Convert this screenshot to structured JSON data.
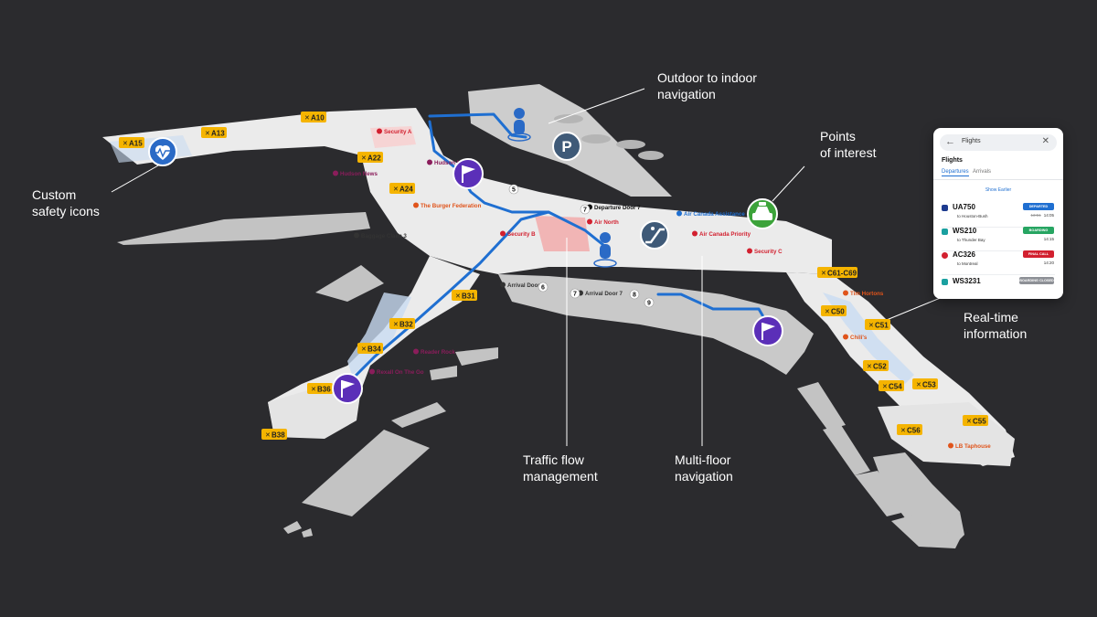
{
  "callouts": {
    "outdoor": "Outdoor to indoor\nnavigation",
    "poi": "Points\nof interest",
    "safety": "Custom\nsafety icons",
    "realtime": "Real-time\ninformation",
    "traffic": "Traffic flow\nmanagement",
    "multifloor": "Multi-floor\nnavigation"
  },
  "gates": [
    {
      "label": "A10",
      "icon": "plane-icon"
    },
    {
      "label": "A13",
      "icon": "plane-icon"
    },
    {
      "label": "A15",
      "icon": "plane-icon"
    },
    {
      "label": "A22",
      "icon": "plane-icon"
    },
    {
      "label": "A24",
      "icon": "plane-icon"
    },
    {
      "label": "B31",
      "icon": "plane-icon"
    },
    {
      "label": "B32",
      "icon": "plane-icon"
    },
    {
      "label": "B34",
      "icon": "plane-icon"
    },
    {
      "label": "B36",
      "icon": "plane-icon"
    },
    {
      "label": "B38",
      "icon": "plane-icon"
    },
    {
      "label": "C50",
      "icon": "plane-icon"
    },
    {
      "label": "C51",
      "icon": "plane-icon"
    },
    {
      "label": "C52",
      "icon": "plane-icon"
    },
    {
      "label": "C53",
      "icon": "plane-icon"
    },
    {
      "label": "C54",
      "icon": "plane-icon"
    },
    {
      "label": "C55",
      "icon": "plane-icon"
    },
    {
      "label": "C56",
      "icon": "plane-icon"
    },
    {
      "label": "C61-C69",
      "icon": "plane-icon"
    }
  ],
  "places": [
    {
      "label": "Security A",
      "color": "#d2202f"
    },
    {
      "label": "Security B",
      "color": "#d2202f"
    },
    {
      "label": "Security C",
      "color": "#d2202f"
    },
    {
      "label": "Hudson News",
      "color": "#8a1d5b"
    },
    {
      "label": "Hudson News",
      "color": "#8a1d5b"
    },
    {
      "label": "The Burger Federation",
      "color": "#e0541b"
    },
    {
      "label": "Baggage Claim 3",
      "color": "#333333"
    },
    {
      "label": "Departure Door 7",
      "color": "#111111"
    },
    {
      "label": "Air North",
      "color": "#d2202f"
    },
    {
      "label": "Air Canada Assistance",
      "color": "#1f6fd1"
    },
    {
      "label": "Air Canada Priority",
      "color": "#d2202f"
    },
    {
      "label": "Arrival Door 6",
      "color": "#333333"
    },
    {
      "label": "Arrival Door 7",
      "color": "#333333"
    },
    {
      "label": "Tim Hortons",
      "color": "#e0541b"
    },
    {
      "label": "Chili's",
      "color": "#e0541b"
    },
    {
      "label": "Reader Rock",
      "color": "#8a1d5b"
    },
    {
      "label": "Rexall On The Go",
      "color": "#8a1d5b"
    },
    {
      "label": "LB Taphouse",
      "color": "#e0541b"
    }
  ],
  "markers": {
    "numbers": [
      "5",
      "7",
      "6",
      "7",
      "8",
      "9"
    ],
    "parking": "P",
    "icons": [
      "heart-monitor-icon",
      "flag-icon",
      "parking-icon",
      "person-icon",
      "escalator-icon",
      "taxi-icon"
    ]
  },
  "flights_panel": {
    "search_text": "Flights",
    "title": "Flights",
    "tabs": [
      "Departures",
      "Arrivals"
    ],
    "show_earlier": "Show Earlier",
    "flights": [
      {
        "number": "UA750",
        "destination": "to Houston-Bush",
        "status": "DEPARTED",
        "status_color": "#1f6fd1",
        "old_time": "13:51",
        "time": "14:05",
        "logo_color": "#1d3b8f"
      },
      {
        "number": "WS210",
        "destination": "to Thunder Bay",
        "status": "BOARDING",
        "status_color": "#27a562",
        "old_time": "",
        "time": "14:15",
        "logo_color": "#1aa0a0"
      },
      {
        "number": "AC326",
        "destination": "to Montreal",
        "status": "FINAL CALL",
        "status_color": "#d2202f",
        "old_time": "",
        "time": "14:20",
        "logo_color": "#d2202f"
      },
      {
        "number": "WS3231",
        "destination": "",
        "status": "BOARDING CLOSED",
        "status_color": "#8d9096",
        "old_time": "",
        "time": "",
        "logo_color": "#1aa0a0"
      }
    ]
  },
  "colors": {
    "background": "#2b2b2e",
    "floor": "#ebebeb",
    "building": "#c9c9c9",
    "gate_badge": "#f5b400",
    "route": "#1f6fd1",
    "marker_purple": "#5b2fb8",
    "marker_blue": "#2a6ac6",
    "marker_green": "#3ca33a",
    "marker_slate": "#3f5a78"
  }
}
